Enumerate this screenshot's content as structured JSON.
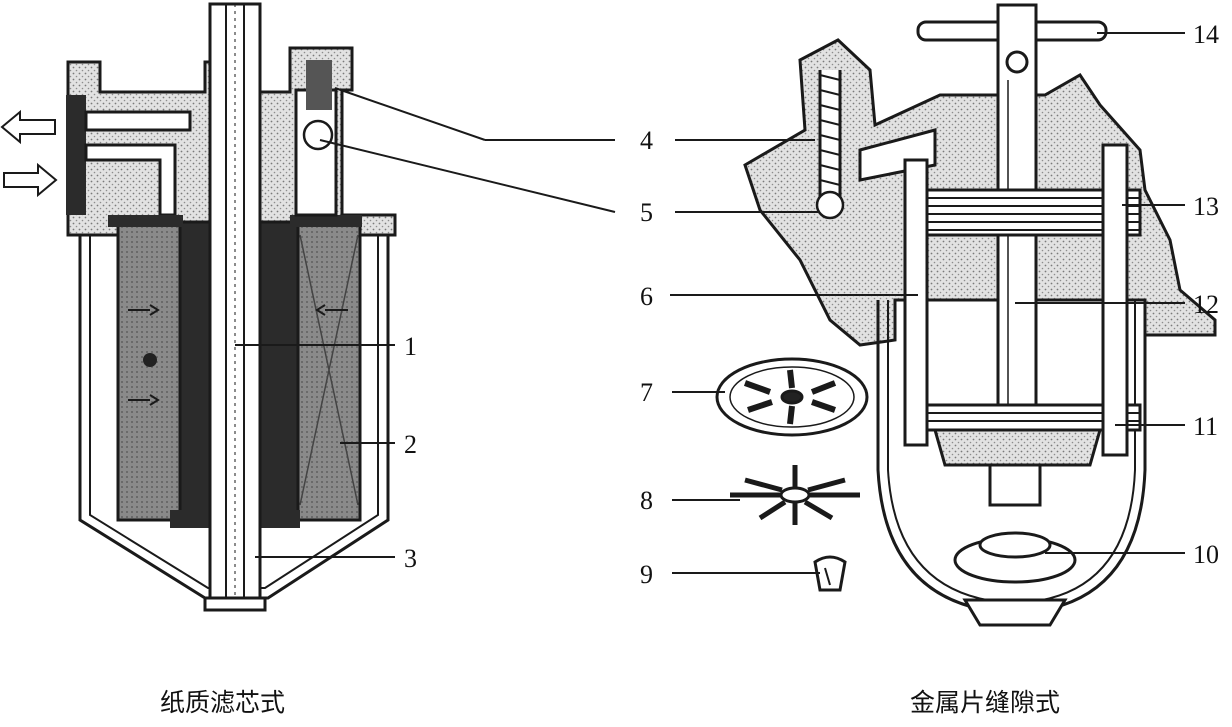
{
  "captions": {
    "left": "纸质滤芯式",
    "right": "金属片缝隙式"
  },
  "labels": {
    "l1": "1",
    "l2": "2",
    "l3": "3",
    "l4": "4",
    "l5": "5",
    "l6": "6",
    "l7": "7",
    "l8": "8",
    "l9": "9",
    "l10": "10",
    "l11": "11",
    "l12": "12",
    "l13": "13",
    "l14": "14"
  },
  "colors": {
    "ink": "#1a1a1a",
    "stipple": "#bdbdbd",
    "dark_fill": "#2b2b2b",
    "paper_element": "#9a9a9a"
  }
}
